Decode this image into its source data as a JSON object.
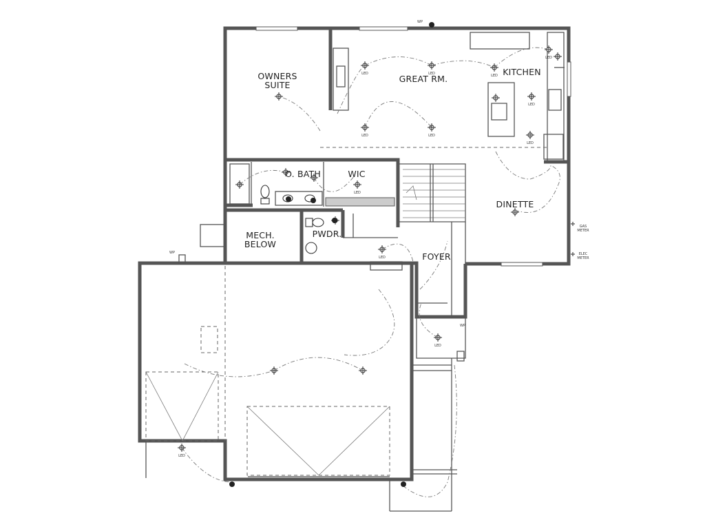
{
  "rooms": {
    "owners_suite": [
      "OWNERS",
      "SUITE"
    ],
    "great_room": "GREAT RM.",
    "kitchen": "KITCHEN",
    "o_bath": "O. BATH",
    "wic": "WIC",
    "dinette": "DINETTE",
    "mech": [
      "MECH.",
      "BELOW"
    ],
    "pwdr": "PWDR.",
    "foyer": "FOYER"
  },
  "annotations": {
    "led": "LED",
    "wp": "WP",
    "gas_meter": [
      "GAS",
      "METER"
    ],
    "elec_meter": [
      "ELEC",
      "METER"
    ]
  },
  "colors": {
    "wall": "#555555",
    "line": "#666666",
    "background": "#ffffff"
  }
}
